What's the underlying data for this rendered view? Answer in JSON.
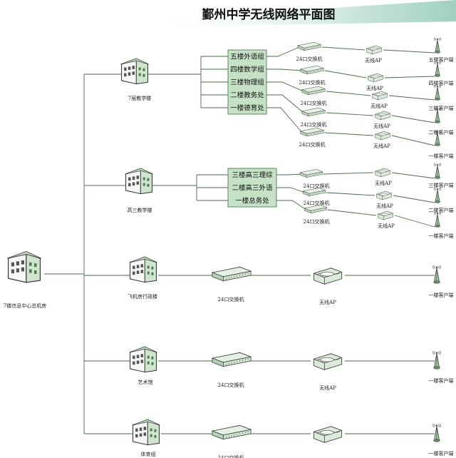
{
  "title": "鄞州中学无线网络平面图",
  "root": {
    "label": "7楼信息中心总机房",
    "icon": "building-icon"
  },
  "labels": {
    "switch": "24口交换机",
    "ap": "无线AP"
  },
  "colors": {
    "box_fill": "#c6e2c6",
    "box_border": "#3f6b3f",
    "line": "#4a6a4a",
    "fade": "#b8dcd2"
  },
  "buildings": [
    {
      "name": "7层教学楼",
      "departments": [
        "五楼外语组",
        "四楼数学组",
        "三楼物理组",
        "二楼教务处",
        "一楼德育处"
      ],
      "clients": [
        "五楼客户端",
        "四楼客户端",
        "三楼客户端",
        "二楼客户端",
        "一楼客户端"
      ]
    },
    {
      "name": "高三教学楼",
      "departments": [
        "三楼高三理综",
        "二楼高三外语",
        "一楼总务处"
      ],
      "clients": [
        "三楼客户端",
        "二楼客户端",
        "一楼客户端"
      ]
    },
    {
      "name": "飞机房行政楼",
      "departments": [],
      "clients": [
        "一楼客户端"
      ]
    },
    {
      "name": "艺术馆",
      "departments": [],
      "clients": [
        "一楼客户端"
      ]
    },
    {
      "name": "体育组",
      "departments": [],
      "clients": [
        "一楼客户端"
      ]
    }
  ]
}
